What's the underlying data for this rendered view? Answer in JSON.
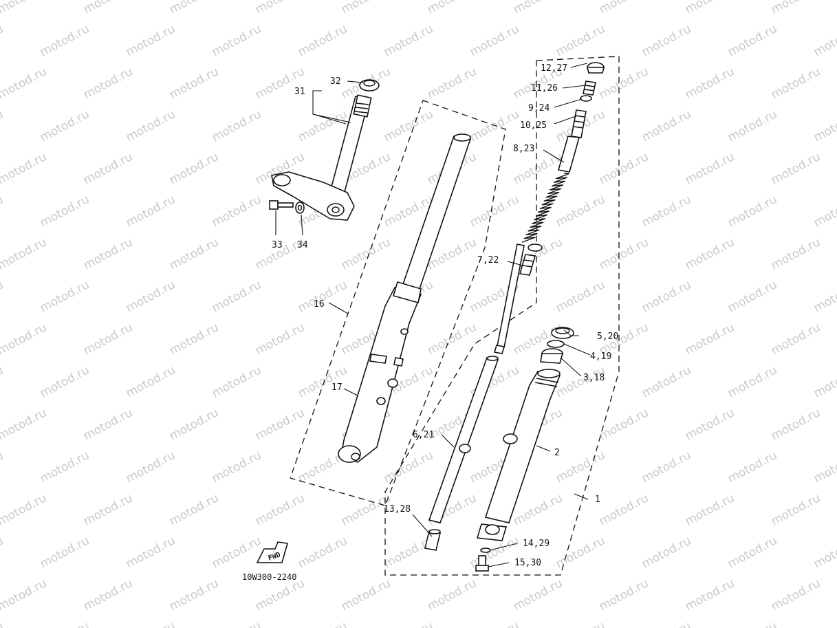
{
  "diagram": {
    "drawing_code": "10W300-2240",
    "fwd_badge": "FWD",
    "watermark": "motod.ru",
    "labels": [
      "12,27",
      "11,26",
      "9,24",
      "10,25",
      "8,23",
      "7,22",
      "5,20",
      "4,19",
      "3,18",
      "2",
      "1",
      "6,21",
      "13,28",
      "14,29",
      "15,30",
      "16",
      "17",
      "31",
      "32",
      "33",
      "34"
    ]
  }
}
